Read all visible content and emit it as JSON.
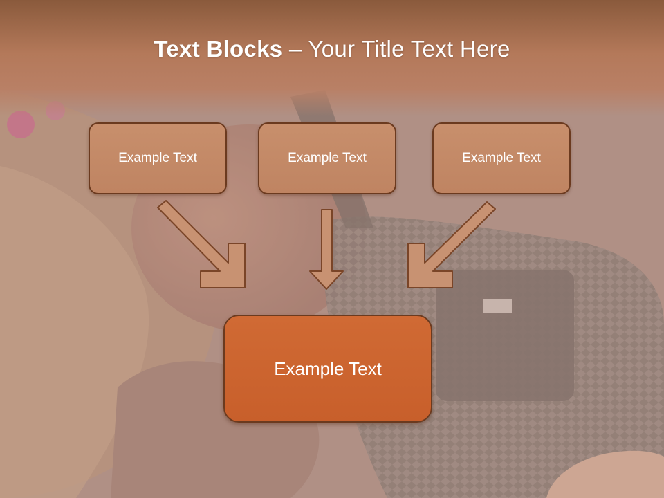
{
  "title": {
    "bold": "Text Blocks",
    "separator": " – ",
    "rest": "Your Title Text Here"
  },
  "blocks": [
    {
      "label": "Example Text"
    },
    {
      "label": "Example Text"
    },
    {
      "label": "Example Text"
    }
  ],
  "target": {
    "label": "Example Text"
  },
  "colors": {
    "header": "#a8694a",
    "box_fill": "#c48a68",
    "box_border": "#6b3a1f",
    "target_fill": "#cc6430",
    "arrow_fill": "#c89272"
  }
}
